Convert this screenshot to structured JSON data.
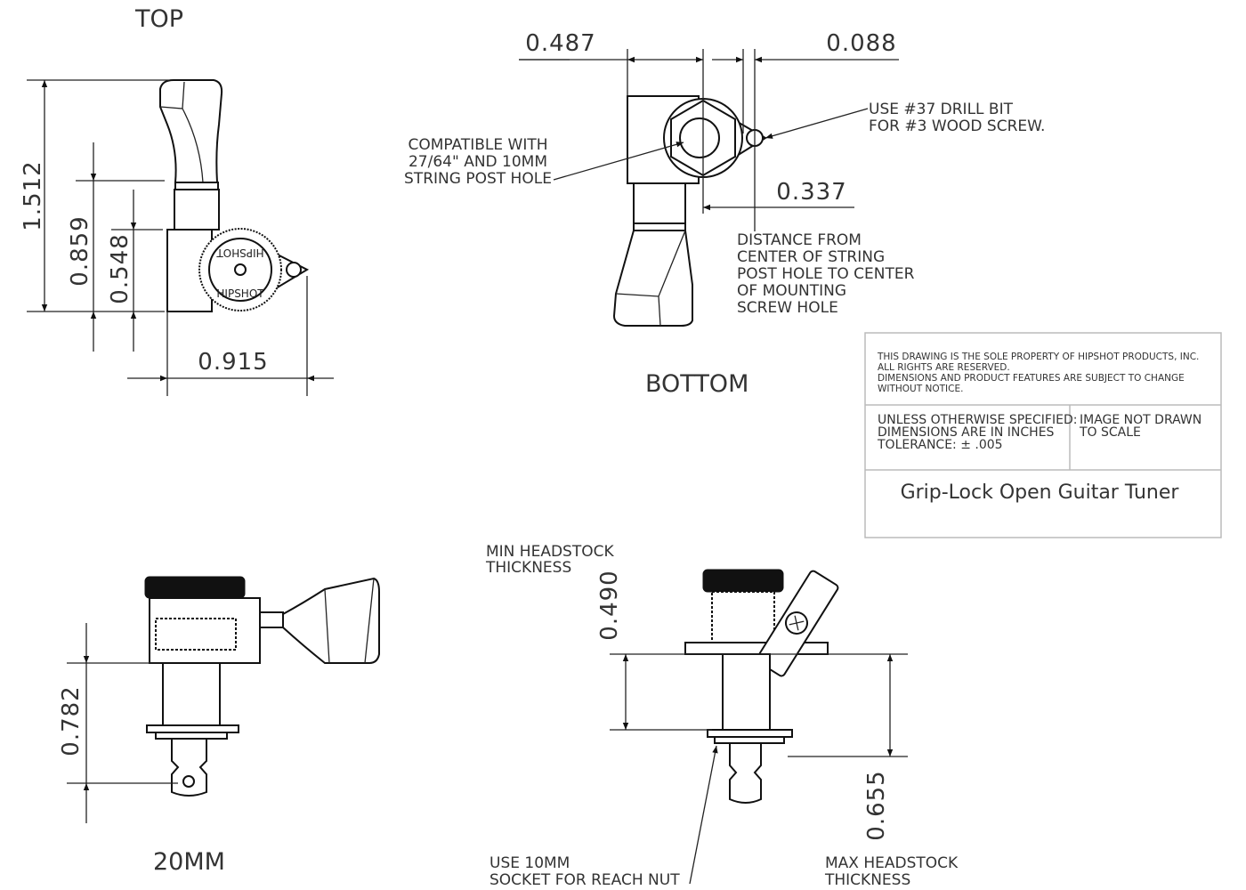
{
  "views": {
    "top": "TOP",
    "bottom": "BOTTOM",
    "side_20mm": "20MM"
  },
  "dimensions": {
    "overall_height": "1.512",
    "knob_to_base": "0.859",
    "collar_to_base": "0.548",
    "overall_width": "0.915",
    "body_offset": "0.487",
    "hole_offset": "0.088",
    "post_to_screw": "0.337",
    "post_length": "0.782",
    "min_headstock": "0.490",
    "max_headstock": "0.655"
  },
  "brand_mark": "HIPSHOT",
  "notes": {
    "compatible": [
      "COMPATIBLE WITH",
      "27/64\" AND 10MM",
      "STRING POST HOLE"
    ],
    "drill_bit": [
      "USE #37 DRILL BIT",
      "FOR #3 WOOD SCREW."
    ],
    "distance": [
      "DISTANCE FROM",
      "CENTER OF STRING",
      "POST HOLE TO CENTER",
      "OF MOUNTING",
      "SCREW HOLE"
    ],
    "min_headstock": [
      "MIN HEADSTOCK",
      "THICKNESS"
    ],
    "socket": [
      "USE 10MM",
      "SOCKET FOR REACH NUT"
    ],
    "max_headstock": [
      "MAX HEADSTOCK",
      "THICKNESS"
    ]
  },
  "title_block": {
    "property": [
      "THIS DRAWING IS THE SOLE PROPERTY OF HIPSHOT PRODUCTS, INC.",
      "ALL RIGHTS ARE RESERVED.",
      "DIMENSIONS AND PRODUCT FEATURES ARE SUBJECT TO CHANGE",
      "WITHOUT NOTICE."
    ],
    "units": [
      "UNLESS OTHERWISE SPECIFIED:",
      "DIMENSIONS ARE IN INCHES",
      "TOLERANCE:  ± .005"
    ],
    "scale": [
      "IMAGE NOT DRAWN",
      "TO SCALE"
    ],
    "title": "Grip-Lock Open Guitar Tuner"
  }
}
